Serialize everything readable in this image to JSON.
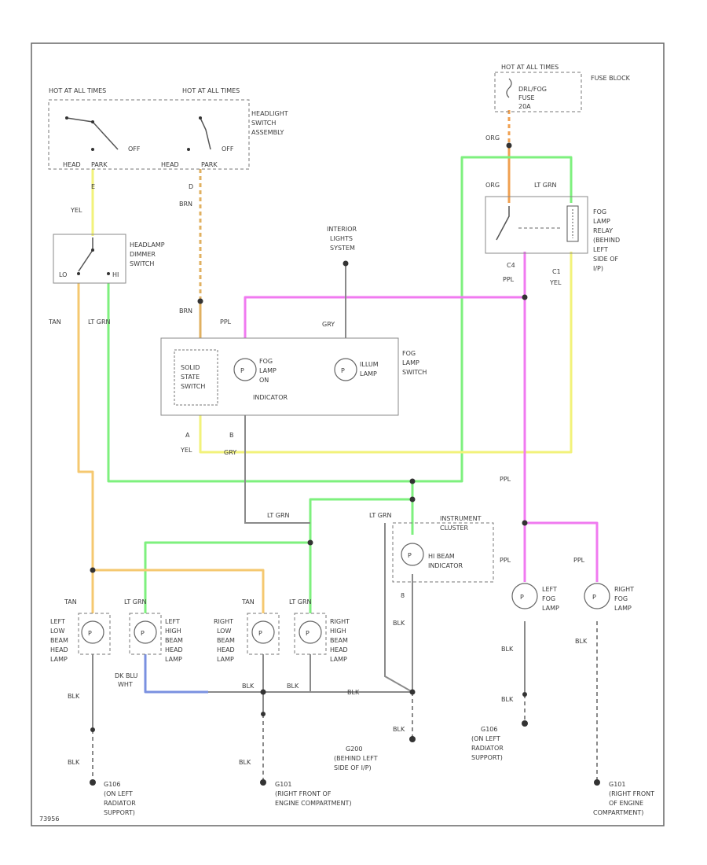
{
  "diagram": {
    "hot_left": "HOT AT ALL TIMES",
    "hot_mid": "HOT AT ALL TIMES",
    "hot_fuse": "HOT AT ALL TIMES",
    "fuse_block": "FUSE BLOCK",
    "fuse_name": "DRL/FOG",
    "fuse_label": "FUSE",
    "fuse_amps": "20A",
    "headlight_switch": [
      "HEADLIGHT",
      "SWITCH",
      "ASSEMBLY"
    ],
    "off": "OFF",
    "head_left": "HEAD",
    "head_mid": "HEAD",
    "park": "PARK",
    "dimmer": [
      "HEADLAMP",
      "DIMMER",
      "SWITCH"
    ],
    "lo": "LO",
    "hi": "HI",
    "interior": [
      "INTERIOR",
      "LIGHTS",
      "SYSTEM"
    ],
    "fog_relay": [
      "FOG",
      "LAMP",
      "RELAY",
      "(BEHIND",
      "LEFT",
      "SIDE OF",
      "I/P)"
    ],
    "fog_switch": [
      "FOG",
      "LAMP",
      "SWITCH"
    ],
    "solid_state": [
      "SOLID",
      "STATE",
      "SWITCH"
    ],
    "fog_on": [
      "FOG",
      "LAMP",
      "ON"
    ],
    "indicator": "INDICATOR",
    "illum": [
      "ILLUM",
      "LAMP"
    ],
    "cluster": [
      "INSTRUMENT",
      "CLUSTER"
    ],
    "hi_beam_ind": [
      "HI BEAM",
      "INDICATOR"
    ],
    "lamp_ll": [
      "LEFT",
      "LOW",
      "BEAM",
      "HEAD",
      "LAMP"
    ],
    "lamp_lh": [
      "LEFT",
      "HIGH",
      "BEAM",
      "HEAD",
      "LAMP"
    ],
    "lamp_rl": [
      "RIGHT",
      "LOW",
      "BEAM",
      "HEAD",
      "LAMP"
    ],
    "lamp_rh": [
      "RIGHT",
      "HIGH",
      "BEAM",
      "HEAD",
      "LAMP"
    ],
    "lamp_lfog": [
      "LEFT",
      "FOG",
      "LAMP"
    ],
    "lamp_rfog": [
      "RIGHT",
      "FOG",
      "LAMP"
    ],
    "g_left": [
      "G106",
      "(ON LEFT",
      "RADIATOR",
      "SUPPORT)"
    ],
    "g_mid": [
      "G101",
      "(RIGHT FRONT OF",
      "ENGINE COMPARTMENT)"
    ],
    "g_ip": [
      "G200",
      "(BEHIND LEFT",
      "SIDE OF I/P)"
    ],
    "g_lfog": [
      "G106",
      "(ON LEFT",
      "RADIATOR",
      "SUPPORT)"
    ],
    "g_rfog": [
      "G101",
      "(RIGHT FRONT",
      "OF ENGINE",
      "COMPARTMENT)"
    ],
    "figure_id": "73956",
    "pins": {
      "e": "E",
      "d": "D",
      "c4": "C4",
      "c1": "C1",
      "a": "A",
      "b": "B",
      "c8": "8"
    },
    "wires": {
      "yel1": "YEL",
      "brn1": "BRN",
      "brn2": "BRN",
      "ppl1": "PPL",
      "ppl_relay": "PPL",
      "gry1": "GRY",
      "org1": "ORG",
      "org2": "ORG",
      "ltgrn1": "LT GRN",
      "yel_relay": "YEL",
      "tan1": "TAN",
      "ltgrn2": "LT GRN",
      "yel2": "YEL",
      "gry2": "GRY",
      "ltgrn3": "LT GRN",
      "ltgrn4": "LT GRN",
      "ppl2": "PPL",
      "ppl3": "PPL",
      "ppl4": "PPL",
      "tan2": "TAN",
      "ltgrn5": "LT GRN",
      "tan3": "TAN",
      "ltgrn6": "LT GRN",
      "dkblu": "DK BLU",
      "wht": "WHT",
      "blk1": "BLK",
      "blk2": "BLK",
      "blk3": "BLK",
      "blk4": "BLK",
      "blk5": "BLK",
      "blk6": "BLK",
      "blk7": "BLK",
      "blk8": "BLK",
      "blk9": "BLK",
      "blk10": "BLK",
      "blk11": "BLK"
    }
  }
}
